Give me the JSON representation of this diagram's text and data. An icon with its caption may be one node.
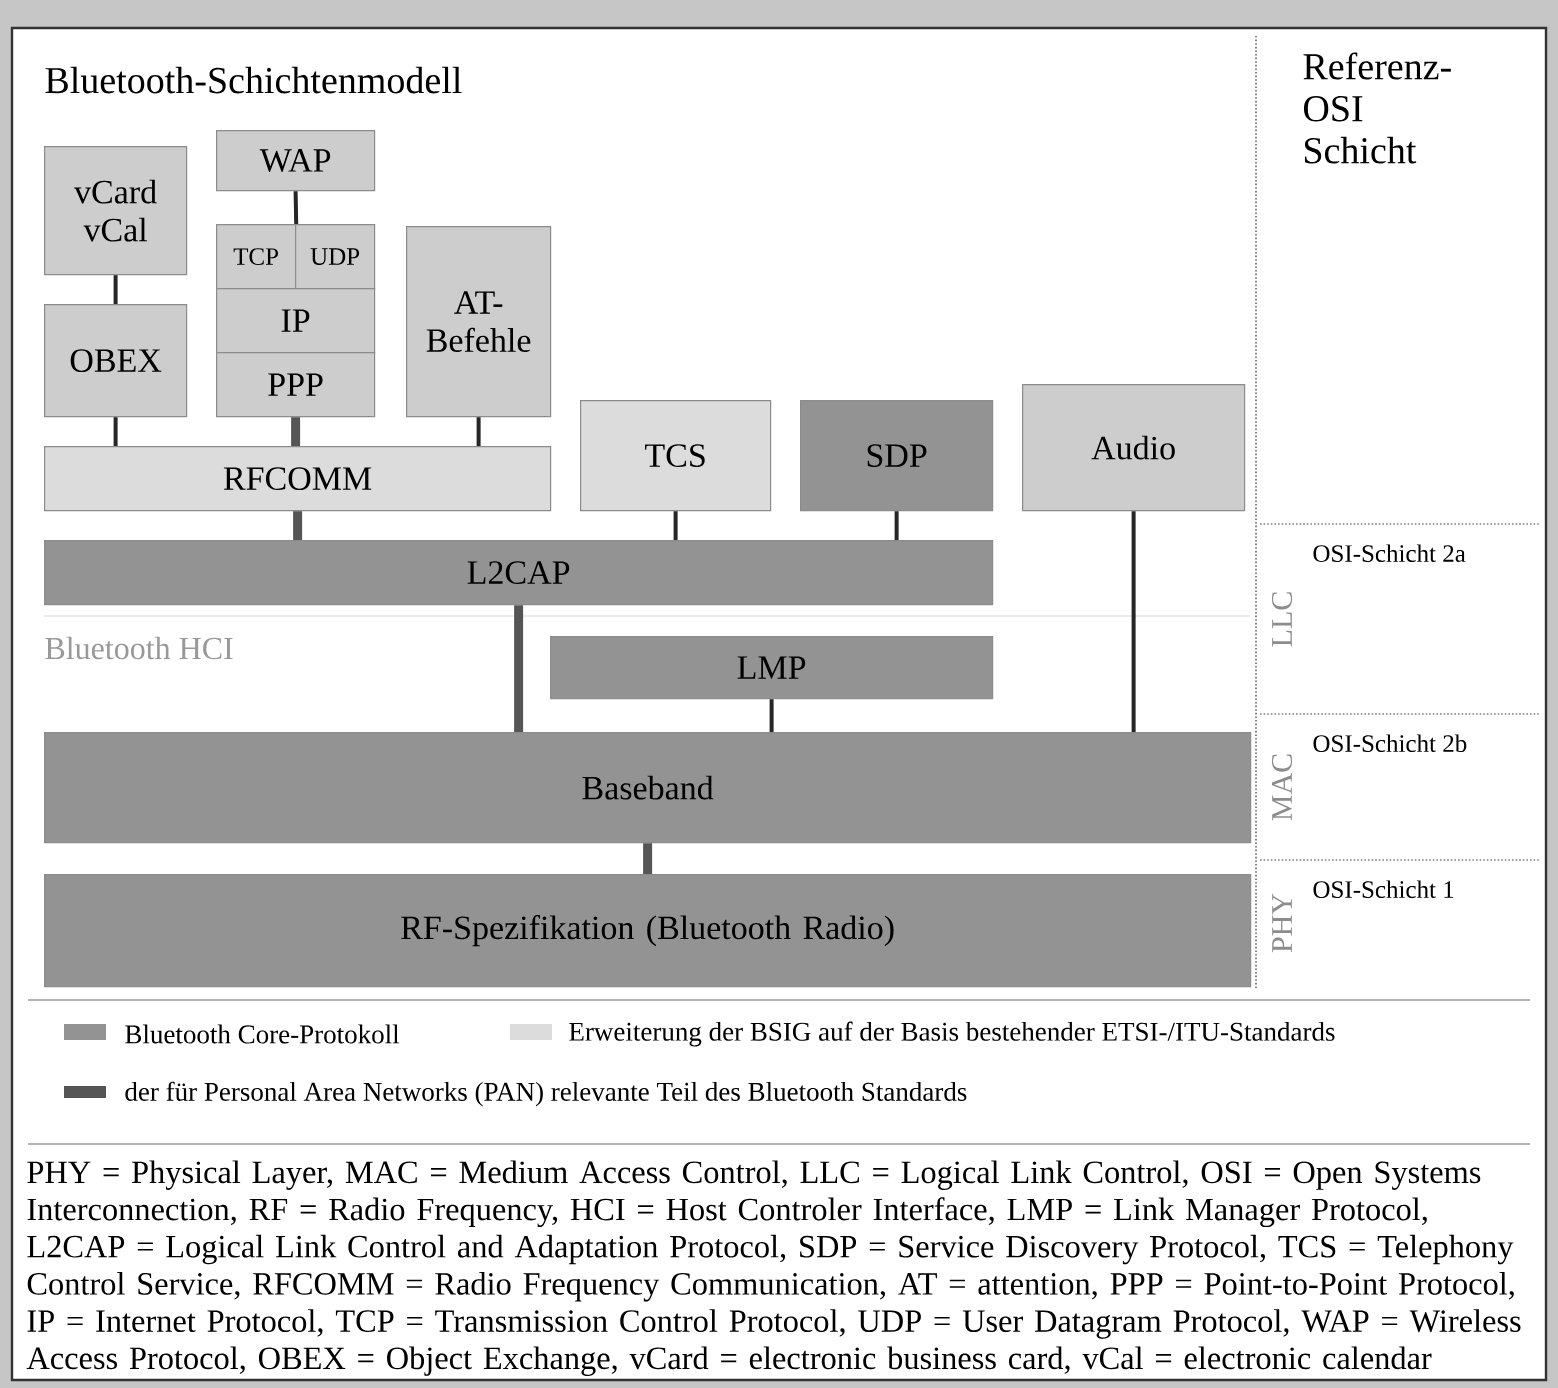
{
  "diagram": {
    "title": "Bluetooth-Schichtenmodell",
    "nodes": [
      {
        "text": [
          "vCard vCal"
        ]
      },
      {
        "text": [
          "OBEX"
        ]
      },
      {
        "text": [
          "WAP"
        ]
      },
      {
        "text": [
          "TCP"
        ]
      },
      {
        "text": [
          "UDP"
        ]
      },
      {
        "text": [
          "IP"
        ]
      },
      {
        "text": [
          "PPP"
        ]
      },
      {
        "text": [
          "AT-Befehle"
        ]
      },
      {
        "text": [
          "RFCOMM"
        ]
      },
      {
        "text": [
          "TCS"
        ]
      },
      {
        "text": [
          "SDP"
        ]
      },
      {
        "text": [
          "Audio"
        ]
      },
      {
        "text": [
          "L2CAP"
        ]
      },
      {
        "text": [
          "LMP"
        ]
      },
      {
        "text": [
          "Baseband"
        ]
      },
      {
        "text": [
          "RF-Spezifikation (Bluetooth Radio)"
        ]
      },
      {
        "text": [
          "LLC",
          "OSI-Schicht 2a"
        ]
      },
      {
        "text": [
          "MAC",
          "OSI-Schicht 2b"
        ]
      },
      {
        "text": [
          "PHY",
          "OSI-Schicht 1"
        ]
      }
    ],
    "edges": [
      {
        "from": 0,
        "to": 1,
        "arrow": "none"
      },
      {
        "from": 2,
        "to": 3,
        "arrow": "none"
      },
      {
        "from": 2,
        "to": 4,
        "arrow": "none"
      },
      {
        "from": 1,
        "to": 8,
        "arrow": "none"
      },
      {
        "from": 6,
        "to": 8,
        "arrow": "none",
        "style": "thick"
      },
      {
        "from": 7,
        "to": 8,
        "arrow": "none"
      },
      {
        "from": 8,
        "to": 12,
        "arrow": "none",
        "style": "thick"
      },
      {
        "from": 9,
        "to": 12,
        "arrow": "none"
      },
      {
        "from": 10,
        "to": 12,
        "arrow": "none"
      },
      {
        "from": 11,
        "to": 14,
        "arrow": "none"
      },
      {
        "from": 12,
        "to": 14,
        "arrow": "none",
        "style": "thick"
      },
      {
        "from": 13,
        "to": 14,
        "arrow": "none"
      },
      {
        "from": 14,
        "to": 15,
        "arrow": "none",
        "style": "thick"
      }
    ],
    "labels": [
      "Referenz-OSI Schicht",
      "Bluetooth HCI"
    ],
    "legend": [
      {
        "text": "Bluetooth Core-Protokoll",
        "color": "#939393"
      },
      {
        "text": "Erweiterung der BSIG auf der Basis bestehender ETSI-/ITU-Standards",
        "color": "#dcdcdc"
      },
      {
        "text": "der für Personal Area Networks (PAN) relevante Teil des Bluetooth Standards"
      }
    ],
    "caption": "PHY = Physical Layer, MAC = Medium Access Control, LLC = Logical Link Control, OSI = Open Systems Interconnection, RF = Radio Frequency, HCI = Host Controler Interface, LMP = Link Manager Protocol, L2CAP = Logical Link Control and Adaptation Protocol, SDP = Service Discovery Protocol, TCS = Telephony Control Service, RFCOMM = Radio Frequency Communication, AT = attention, PPP = Point-to-Point Protocol, IP = Internet Protocol, TCP = Transmission Control Protocol, UDP = User Datagram Protocol, WAP = Wireless Access Protocol, OBEX = Object Exchange, vCard = electronic business card, vCal = electronic calendar"
  }
}
